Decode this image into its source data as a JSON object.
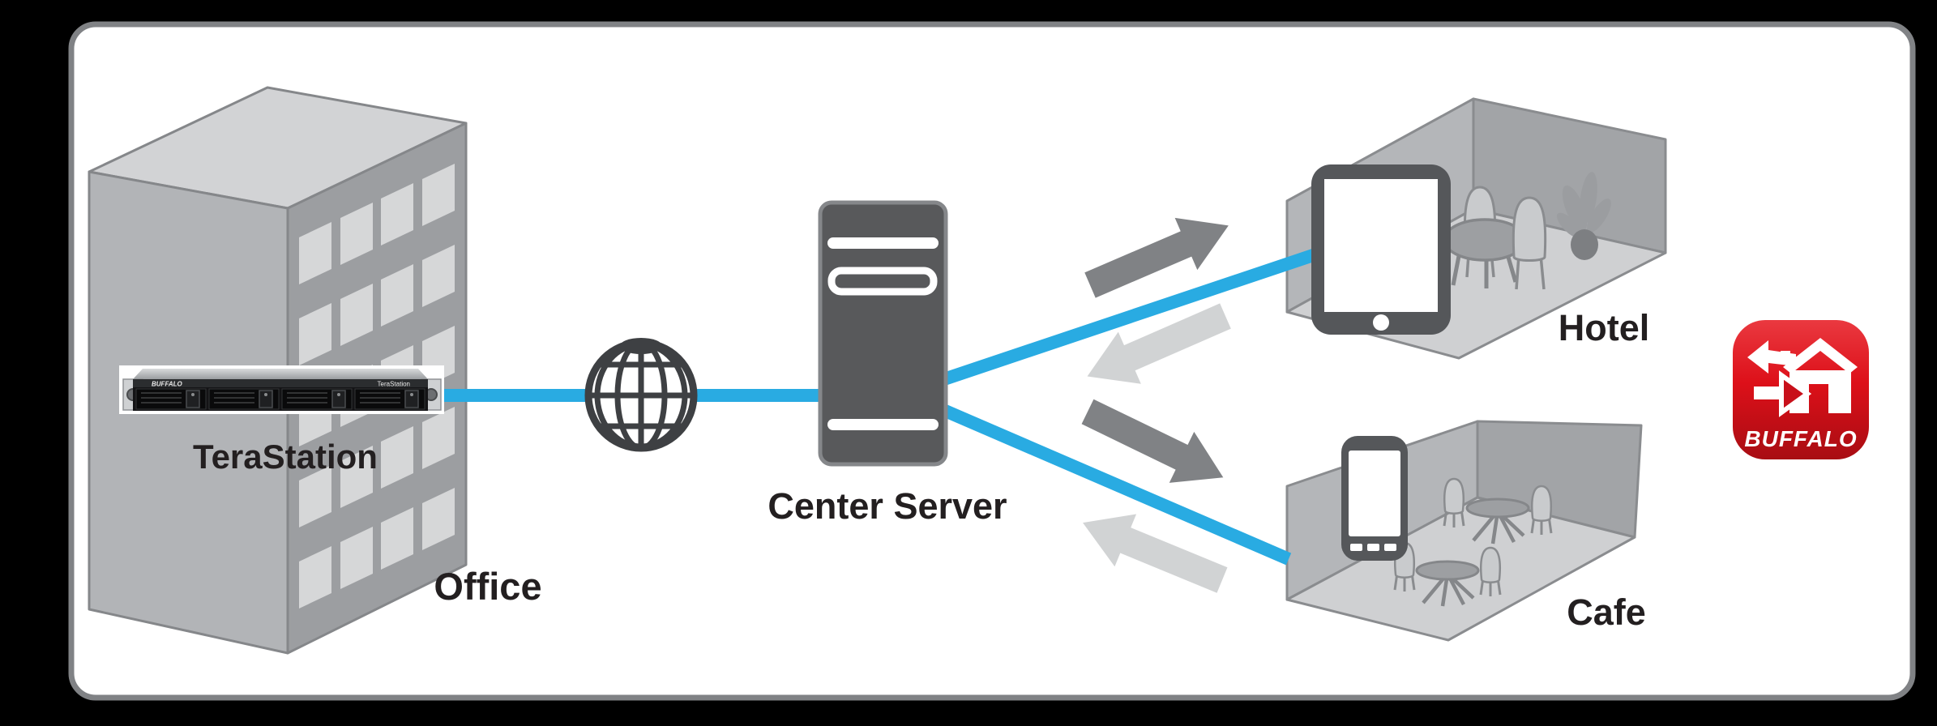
{
  "scene": {
    "office": {
      "building_label": "Office",
      "nas_label": "TeraStation"
    },
    "nas_unit": {
      "brand": "BUFFALO",
      "model": "TeraStation"
    },
    "center_server": {
      "label": "Center Server"
    },
    "hotel": {
      "label": "Hotel"
    },
    "cafe": {
      "label": "Cafe"
    },
    "logo": {
      "brand": "BUFFALO"
    },
    "colors": {
      "link_blue": "#29abe2",
      "upstream_arrow_dark": "#808285",
      "downstream_arrow_light": "#d1d3d4",
      "device_gray": "#58595b",
      "buffalo_red": "#d8121b",
      "panel_border": "#808285",
      "building_face": "#9d9fa2",
      "label_text": "#231f20"
    }
  }
}
